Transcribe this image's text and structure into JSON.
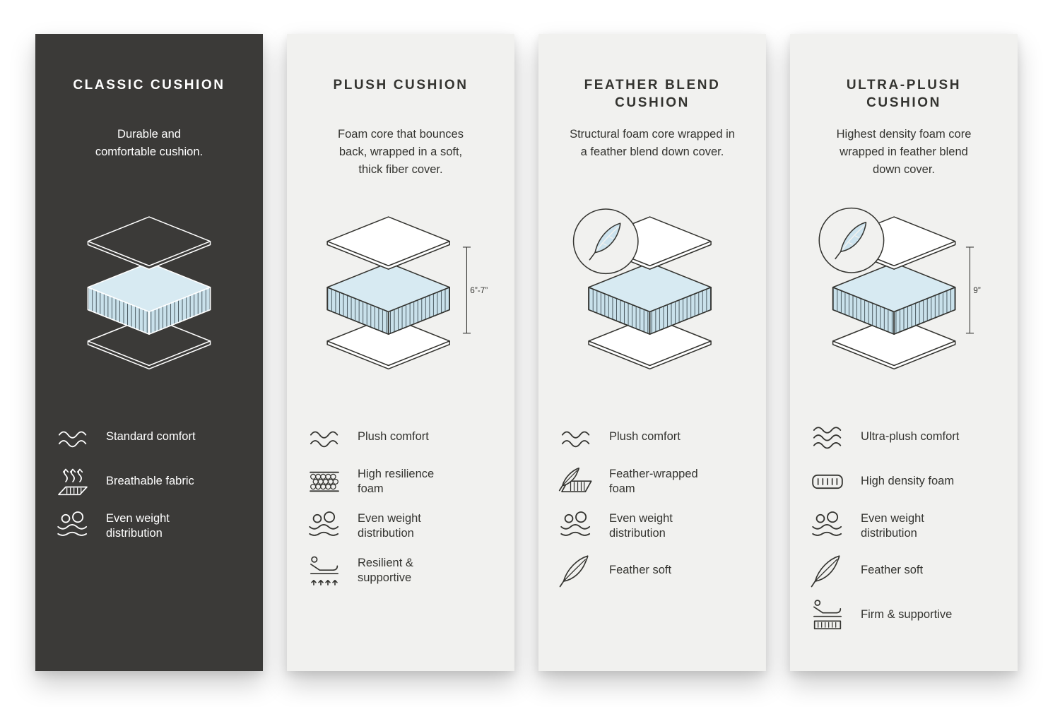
{
  "page": {
    "background": "#ffffff",
    "type": "cushion-comparison-infographic"
  },
  "colors": {
    "dark_panel": "#3b3a38",
    "light_panel": "#f1f1ef",
    "cushion_blue": "#c9e1eb",
    "cushion_blue_top": "#d7eaf2",
    "text_dark": "#343430",
    "text_light": "#ffffff"
  },
  "panels": [
    {
      "title": "CLASSIC CUSHION",
      "description": "Durable and\ncomfortable cushion.",
      "theme": "dark",
      "diagram": {
        "feather_badge": false,
        "dimension_label": ""
      },
      "features": [
        {
          "icon": "comfort-waves-icon",
          "label": "Standard comfort"
        },
        {
          "icon": "breathable-fabric-icon",
          "label": "Breathable fabric"
        },
        {
          "icon": "even-weight-icon",
          "label": "Even weight\ndistribution"
        }
      ]
    },
    {
      "title": "PLUSH CUSHION",
      "description": "Foam core that bounces\nback, wrapped in a soft,\nthick fiber cover.",
      "theme": "light",
      "diagram": {
        "feather_badge": false,
        "dimension_label": "6”-7”"
      },
      "features": [
        {
          "icon": "comfort-waves-icon",
          "label": "Plush comfort"
        },
        {
          "icon": "resilience-foam-icon",
          "label": "High resilience\nfoam"
        },
        {
          "icon": "even-weight-icon",
          "label": "Even weight\ndistribution"
        },
        {
          "icon": "recliner-arrows-icon",
          "label": "Resilient &\nsupportive"
        }
      ]
    },
    {
      "title": "FEATHER BLEND\nCUSHION",
      "description": "Structural foam core wrapped in\na feather blend down cover.",
      "theme": "light",
      "diagram": {
        "feather_badge": true,
        "dimension_label": ""
      },
      "features": [
        {
          "icon": "comfort-waves-icon",
          "label": "Plush comfort"
        },
        {
          "icon": "feather-foam-icon",
          "label": "Feather-wrapped\nfoam"
        },
        {
          "icon": "even-weight-icon",
          "label": "Even weight\ndistribution"
        },
        {
          "icon": "feather-icon",
          "label": "Feather soft"
        }
      ]
    },
    {
      "title": "ULTRA-PLUSH\nCUSHION",
      "description": "Highest density foam core\nwrapped in feather blend\ndown cover.",
      "theme": "light",
      "diagram": {
        "feather_badge": true,
        "dimension_label": "9”"
      },
      "features": [
        {
          "icon": "ultra-waves-icon",
          "label": "Ultra-plush comfort"
        },
        {
          "icon": "density-foam-icon",
          "label": "High density foam"
        },
        {
          "icon": "even-weight-icon",
          "label": "Even weight\ndistribution"
        },
        {
          "icon": "feather-icon",
          "label": "Feather soft"
        },
        {
          "icon": "firm-support-icon",
          "label": "Firm & supportive"
        }
      ]
    }
  ]
}
